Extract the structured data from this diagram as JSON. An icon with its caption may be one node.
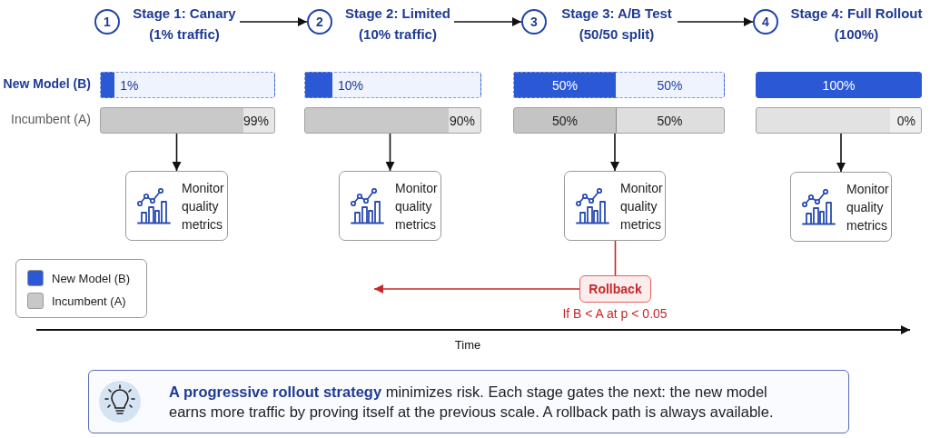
{
  "diagram": {
    "nodes": [
      {
        "text": [
          "1",
          "Stage 1: Canary (1% traffic)"
        ]
      },
      {
        "text": [
          "2",
          "Stage 2: Limited (10% traffic)"
        ]
      },
      {
        "text": [
          "3",
          "Stage 3: A/B Test (50/50 split)"
        ]
      },
      {
        "text": [
          "4",
          "Stage 4: Full Rollout (100%)"
        ]
      },
      {
        "text": [
          "1%"
        ]
      },
      {
        "text": [
          "10%"
        ]
      },
      {
        "text": [
          "50%",
          "50%"
        ]
      },
      {
        "text": [
          "100%"
        ]
      },
      {
        "text": [
          "99%"
        ]
      },
      {
        "text": [
          "90%"
        ]
      },
      {
        "text": [
          "50%",
          "50%"
        ]
      },
      {
        "text": [
          "0%"
        ]
      },
      {
        "text": [
          "Monitor quality metrics"
        ]
      },
      {
        "text": [
          "Monitor quality metrics"
        ]
      },
      {
        "text": [
          "Monitor quality metrics"
        ]
      },
      {
        "text": [
          "Monitor quality metrics"
        ]
      },
      {
        "text": [
          "Rollback"
        ],
        "beside": [
          "If B < A at p < 0.05"
        ]
      },
      {
        "text": [
          "**A progressive rollout strategy** minimizes risk. Each stage gates the next: the new model earns more traffic by proving itself at the previous scale. A rollback path is always available."
        ]
      }
    ],
    "edges": [
      {
        "from": 0,
        "to": 1,
        "arrow": "to"
      },
      {
        "from": 1,
        "to": 2,
        "arrow": "to"
      },
      {
        "from": 2,
        "to": 3,
        "arrow": "to"
      },
      {
        "from": 8,
        "to": 12,
        "arrow": "to"
      },
      {
        "from": 9,
        "to": 13,
        "arrow": "to"
      },
      {
        "from": 10,
        "to": 14,
        "arrow": "to"
      },
      {
        "from": 11,
        "to": 15,
        "arrow": "to"
      },
      {
        "from": 14,
        "to": 16,
        "arrow": "none",
        "color": "#c62828"
      },
      {
        "from": 16,
        "to": null,
        "arrow": "to",
        "color": "#c62828"
      }
    ],
    "labels": [
      "New Model (B)",
      "Incumbent (A)",
      "Time"
    ],
    "legend": [
      {
        "text": "New Model (B)",
        "color": "#2b59d6"
      },
      {
        "text": "Incumbent (A)",
        "color": "#c8c8c8"
      }
    ]
  }
}
